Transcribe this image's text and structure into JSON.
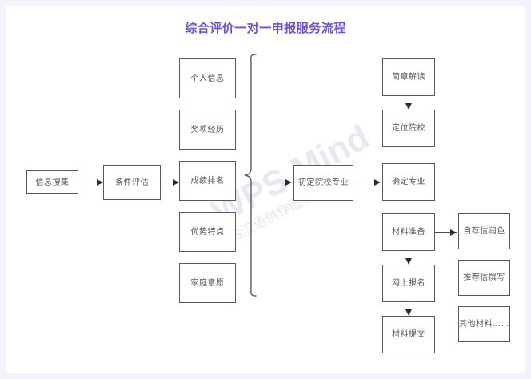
{
  "document": {
    "title": "综合评价一对一申报服务流程",
    "title_color": "#6c4fd8",
    "canvas_background": "#ffffff",
    "page_background": "#f3f2fb",
    "node_border_color": "#585858",
    "node_text_color": "#555555",
    "connector_color": "#4d4d4d"
  },
  "watermark": {
    "main": "WPS Mind",
    "sub": "WPS汉语供作图制作"
  },
  "chart_data": {
    "type": "diagram",
    "diagram_kind": "flowchart",
    "title": "综合评价一对一申报服务流程",
    "orientation": "left-to-right",
    "nodes": [
      {
        "id": "n1",
        "label": "信息搜集",
        "column": 1,
        "row": 3
      },
      {
        "id": "n2",
        "label": "条件评估",
        "column": 2,
        "row": 3
      },
      {
        "id": "n3",
        "label": "个人信息",
        "column": 3,
        "row": 1
      },
      {
        "id": "n4",
        "label": "奖项经历",
        "column": 3,
        "row": 2
      },
      {
        "id": "n5",
        "label": "成绩排名",
        "column": 3,
        "row": 3
      },
      {
        "id": "n6",
        "label": "优势特点",
        "column": 3,
        "row": 4
      },
      {
        "id": "n7",
        "label": "家庭意愿",
        "column": 3,
        "row": 5
      },
      {
        "id": "n8",
        "label": "初定院校专业",
        "column": 4,
        "row": 3
      },
      {
        "id": "n9",
        "label": "简章解读",
        "column": 5,
        "row": 1
      },
      {
        "id": "n10",
        "label": "定位院校",
        "column": 5,
        "row": 2
      },
      {
        "id": "n11",
        "label": "确定专业",
        "column": 5,
        "row": 3
      },
      {
        "id": "n12",
        "label": "材料准备",
        "column": 5,
        "row": 4
      },
      {
        "id": "n13",
        "label": "网上报名",
        "column": 5,
        "row": 5
      },
      {
        "id": "n14",
        "label": "材料提交",
        "column": 5,
        "row": 6
      },
      {
        "id": "n15",
        "label": "自荐信润色",
        "column": 6,
        "row": 4
      },
      {
        "id": "n16",
        "label": "推荐信撰写",
        "column": 6,
        "row": 5
      },
      {
        "id": "n17",
        "label": "其他材料……",
        "column": 6,
        "row": 6
      }
    ],
    "edges": [
      {
        "from": "n1",
        "to": "n2",
        "style": "arrow-right"
      },
      {
        "from": "n2",
        "to": "n5",
        "style": "arrow-right"
      },
      {
        "from": "brace",
        "to": "n8",
        "style": "arrow-right"
      },
      {
        "from": "n8",
        "to": "n11",
        "style": "arrow-right"
      },
      {
        "from": "n9",
        "to": "n10",
        "style": "arrow-down"
      },
      {
        "from": "n12",
        "to": "n13",
        "style": "arrow-down"
      },
      {
        "from": "n13",
        "to": "n14",
        "style": "arrow-down"
      },
      {
        "from": "n12",
        "to": "n15",
        "style": "arrow-right"
      }
    ],
    "groupings": [
      {
        "bracket": "curly",
        "members": [
          "n3",
          "n4",
          "n5",
          "n6",
          "n7"
        ],
        "leads_to": "n8"
      }
    ]
  }
}
